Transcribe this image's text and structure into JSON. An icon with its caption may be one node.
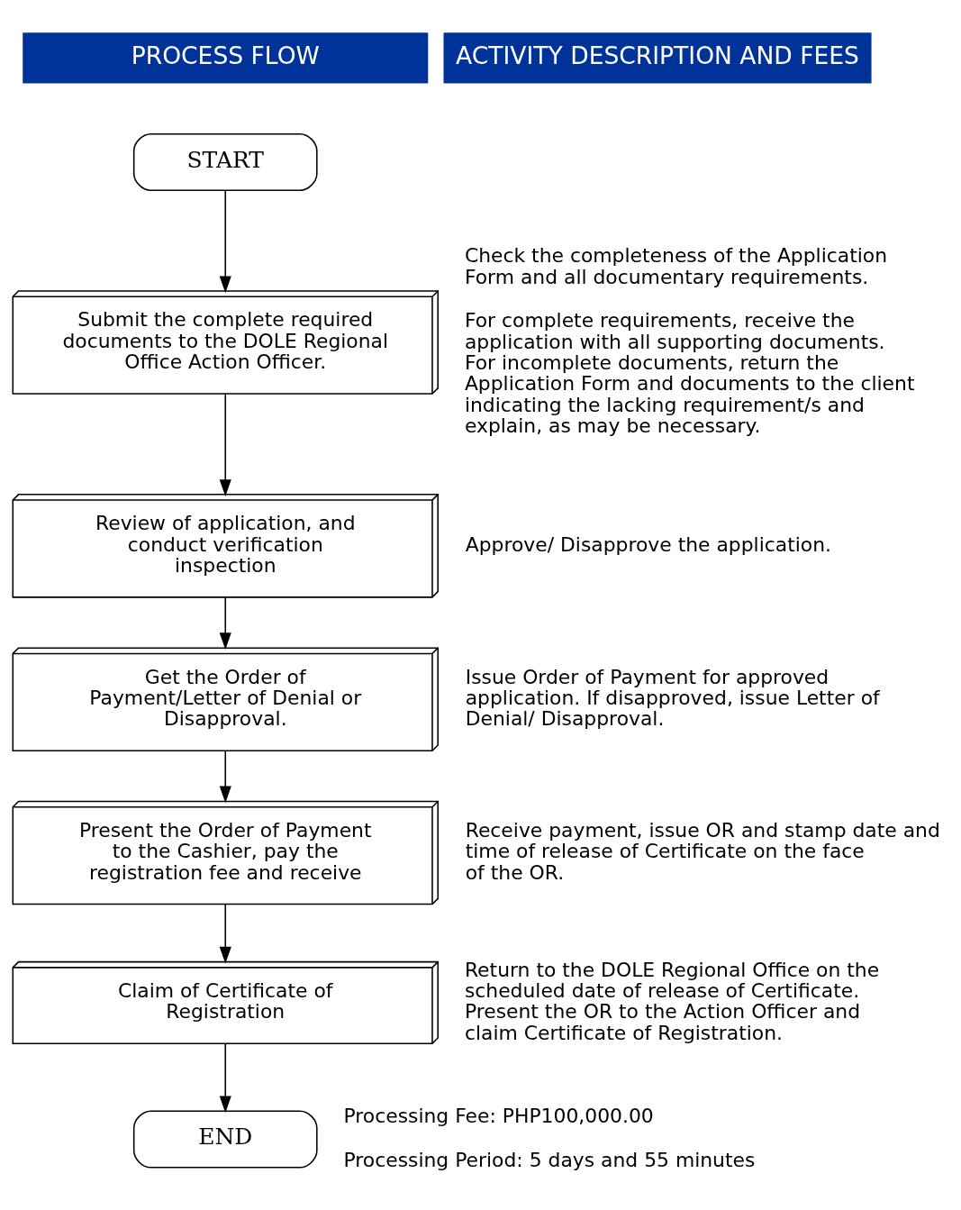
{
  "diagram": {
    "nodes": [
      {
        "text": [
          "START"
        ]
      },
      {
        "text": [
          "Submit the complete required documents to the DOLE Regional Office Action Officer."
        ],
        "beside": [
          "Check the completeness of the Application Form and all documentary requirements.",
          "For complete requirements, receive the application with all supporting documents. For incomplete documents, return the Application Form and documents to the client indicating the lacking requirement/s and explain, as may be necessary."
        ]
      },
      {
        "text": [
          "Review of application, and conduct verification inspection"
        ],
        "beside": [
          "Approve/ Disapprove the application."
        ]
      },
      {
        "text": [
          "Get the Order of Payment/Letter of Denial or Disapproval."
        ],
        "beside": [
          "Issue Order of Payment for approved application. If disapproved, issue Letter of Denial/ Disapproval."
        ]
      },
      {
        "text": [
          "Present the Order of Payment to the Cashier, pay the registration fee and receive"
        ],
        "beside": [
          "Receive payment, issue OR and stamp date and time of release of Certificate on the face of the OR."
        ]
      },
      {
        "text": [
          "Claim of Certificate of Registration"
        ],
        "beside": [
          "Return to the DOLE Regional Office on the scheduled date of release of Certificate. Present the OR to the Action Officer and claim Certificate of Registration."
        ]
      },
      {
        "text": [
          "END"
        ],
        "beside": [
          "Processing Fee: PHP100,000.00",
          "Processing Period: 5 days and 55 minutes"
        ]
      }
    ],
    "edges": [
      {
        "from": 0,
        "to": 1,
        "arrow": "to"
      },
      {
        "from": 1,
        "to": 2,
        "arrow": "to"
      },
      {
        "from": 2,
        "to": 3,
        "arrow": "to"
      },
      {
        "from": 3,
        "to": 4,
        "arrow": "to"
      },
      {
        "from": 4,
        "to": 5,
        "arrow": "to"
      },
      {
        "from": 5,
        "to": 6,
        "arrow": "to"
      }
    ],
    "labels": [
      "PROCESS FLOW",
      "ACTIVITY DESCRIPTION AND FEES"
    ]
  }
}
